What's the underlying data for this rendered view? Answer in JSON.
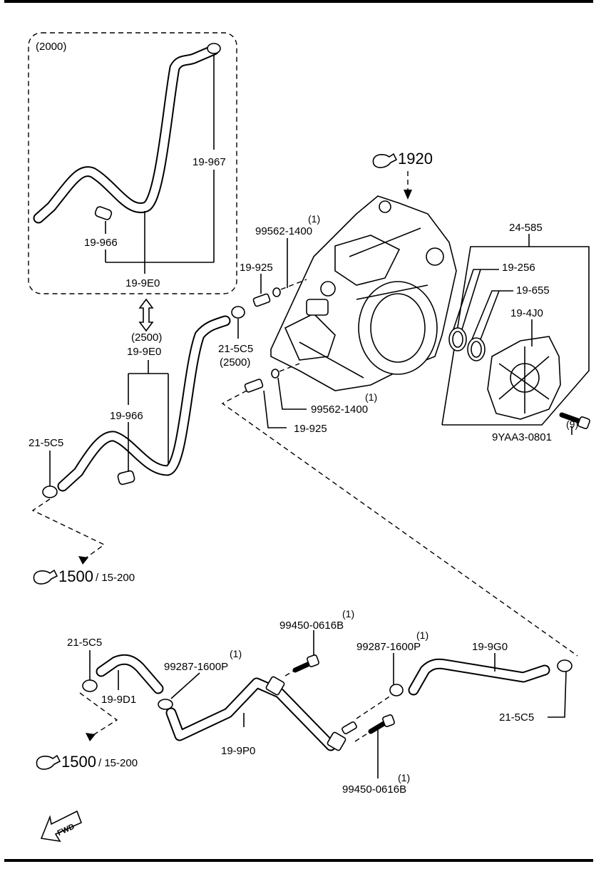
{
  "title_labels": {
    "ref_1920": "1920",
    "ref_1500_a": "1500",
    "ref_1500_a_sub": "/ 15-200",
    "ref_1500_b": "1500",
    "ref_1500_b_sub": "/ 15-200",
    "fwd": "FWD"
  },
  "box_2000": {
    "year": "(2000)",
    "p_19_967": "19-967",
    "p_19_966": "19-966",
    "p_19_9E0": "19-9E0"
  },
  "section_2500": {
    "year": "(2500)",
    "p_19_9E0": "19-9E0",
    "p_19_966": "19-966",
    "p_21_5C5": "21-5C5",
    "p_21_5C5_b": "21-5C5",
    "p_21_5C5_b_year": "(2500)"
  },
  "transaxle": {
    "p_99562_top": "99562-1400",
    "p_99562_top_qty": "(1)",
    "p_19_925_top": "19-925",
    "p_99562_bot": "99562-1400",
    "p_99562_bot_qty": "(1)",
    "p_19_925_bot": "19-925"
  },
  "cover": {
    "p_24_585": "24-585",
    "p_19_256": "19-256",
    "p_19_655": "19-655",
    "p_19_4J0": "19-4J0",
    "p_9YAA3": "9YAA3-0801",
    "p_9YAA3_qty": "(9)"
  },
  "lower": {
    "p_21_5C5_left": "21-5C5",
    "p_19_9D1": "19-9D1",
    "p_99287_left": "99287-1600P",
    "p_99287_left_qty": "(1)",
    "p_99450_top": "99450-0616B",
    "p_99450_top_qty": "(1)",
    "p_99287_right": "99287-1600P",
    "p_99287_right_qty": "(1)",
    "p_19_9G0": "19-9G0",
    "p_21_5C5_right": "21-5C5",
    "p_19_9P0": "19-9P0",
    "p_99450_bot": "99450-0616B",
    "p_99450_bot_qty": "(1)"
  }
}
